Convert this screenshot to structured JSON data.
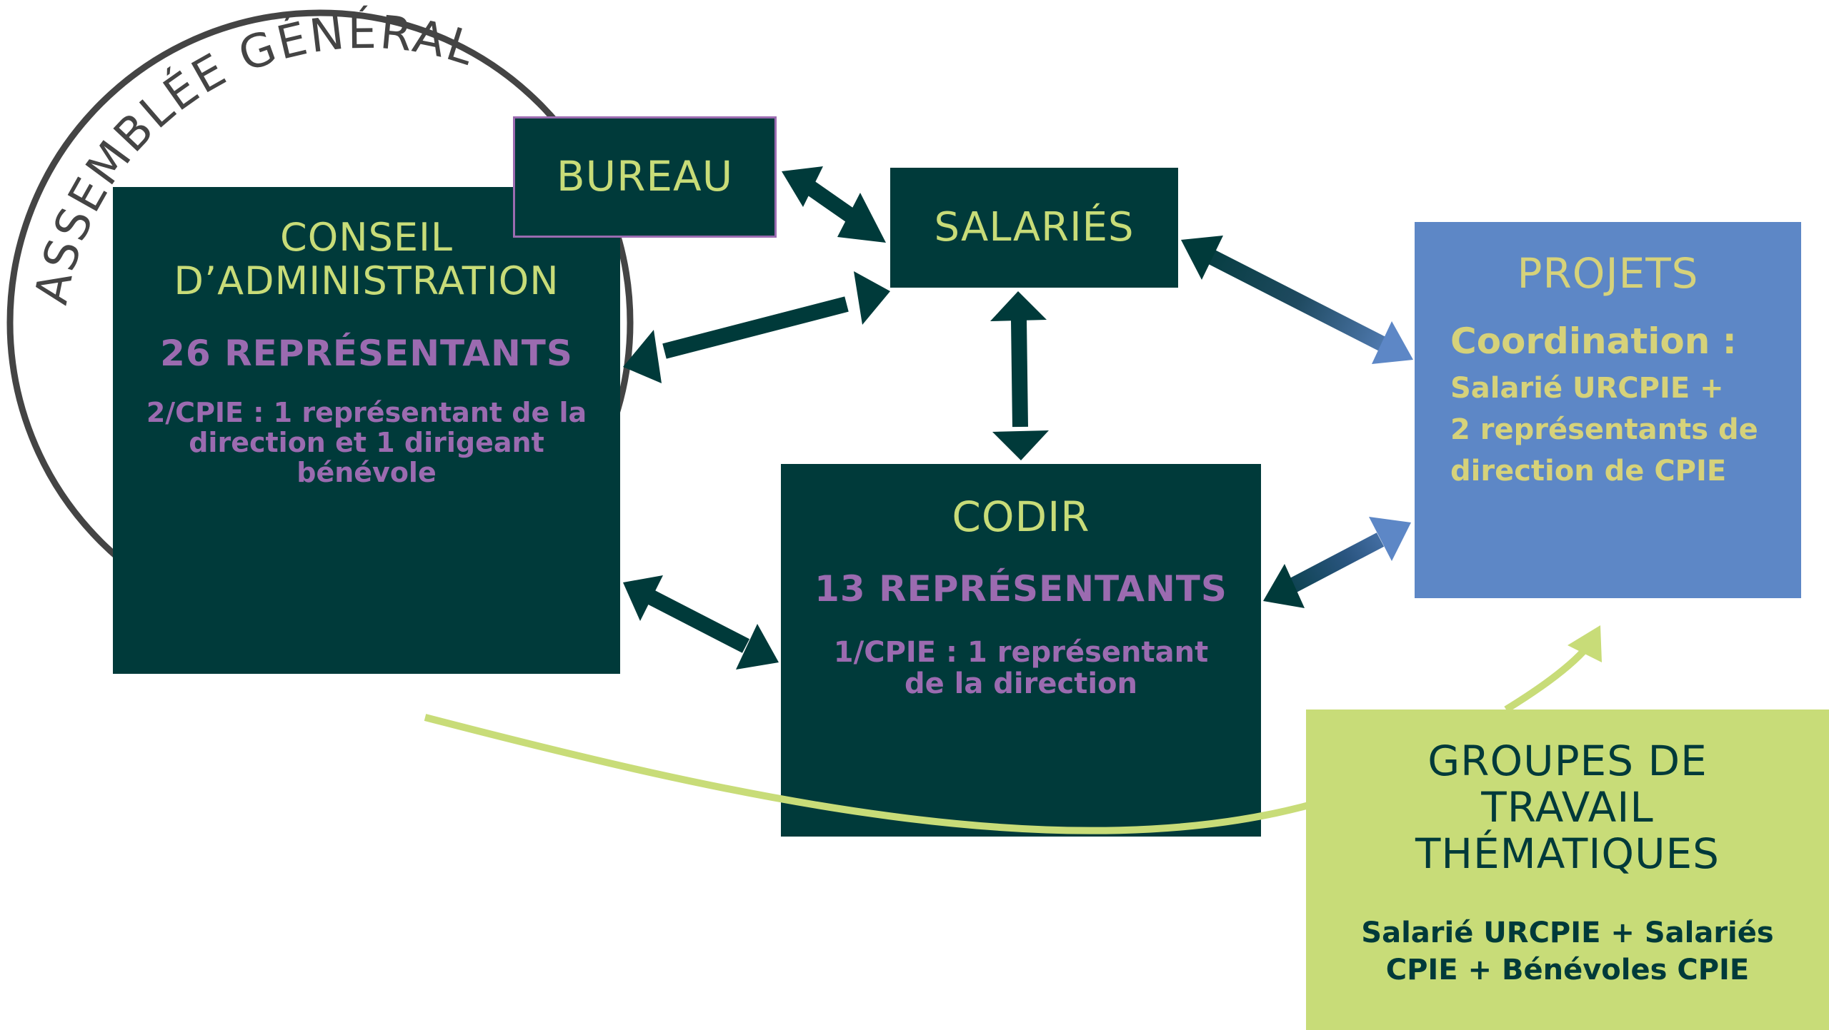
{
  "colors": {
    "dark_green": "#003a3a",
    "lime": "#c8dc78",
    "purple": "#9b6bb0",
    "blue": "#5d87c6",
    "gold": "#d6d27a",
    "circle": "#444444"
  },
  "assemblee": {
    "label": "ASSEMBLÉE GÉNÉRALE"
  },
  "conseil": {
    "title_line1": "CONSEIL",
    "title_line2": "D’ADMINISTRATION",
    "count": "26 REPRÉSENTANTS",
    "detail": "2/CPIE : 1 représentant de la direction et 1 dirigeant bénévole"
  },
  "bureau": {
    "title": "BUREAU"
  },
  "salaries": {
    "title": "SALARIÉS"
  },
  "codir": {
    "title": "CODIR",
    "count": "13 REPRÉSENTANTS",
    "detail_line1": "1/CPIE : 1 représentant",
    "detail_line2": "de la direction"
  },
  "projets": {
    "title": "PROJETS",
    "coordination_label": "Coordination :",
    "line1": "Salarié URCPIE +",
    "line2": "2 représentants de",
    "line3": "direction de CPIE"
  },
  "groupes": {
    "title_line1": "GROUPES DE",
    "title_line2": "TRAVAIL",
    "title_line3": "THÉMATIQUES",
    "detail_line1": "Salarié URCPIE + Salariés",
    "detail_line2": "CPIE + Bénévoles CPIE"
  }
}
